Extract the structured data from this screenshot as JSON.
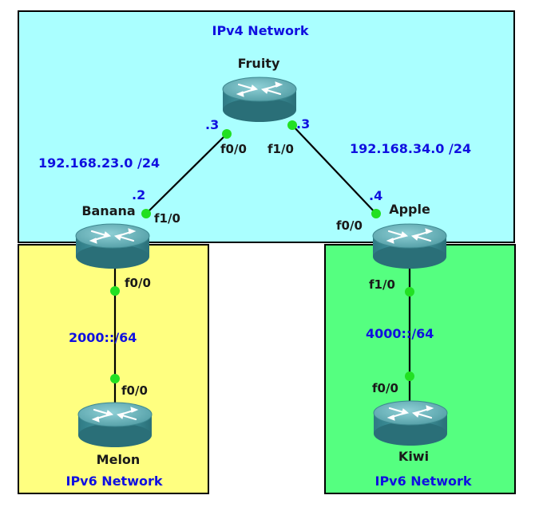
{
  "zones": {
    "ipv4": {
      "label": "IPv4 Network",
      "color": "#aaffff"
    },
    "ipv6_left": {
      "label": "IPv6 Network",
      "color": "#ffff80"
    },
    "ipv6_right": {
      "label": "IPv6 Network",
      "color": "#55ff80"
    }
  },
  "routers": {
    "fruity": {
      "name": "Fruity",
      "icon": "router-icon"
    },
    "banana": {
      "name": "Banana",
      "icon": "router-icon"
    },
    "apple": {
      "name": "Apple",
      "icon": "router-icon"
    },
    "melon": {
      "name": "Melon",
      "icon": "router-icon"
    },
    "kiwi": {
      "name": "Kiwi",
      "icon": "router-icon"
    }
  },
  "networks": {
    "left_v4": "192.168.23.0 /24",
    "right_v4": "192.168.34.0 /24",
    "left_v6": "2000::/64",
    "right_v6": "4000::/64"
  },
  "links": {
    "fruity_banana": {
      "fruity_port": "f0/0",
      "fruity_ip": ".3",
      "banana_port": "f1/0",
      "banana_ip": ".2"
    },
    "fruity_apple": {
      "fruity_port": "f1/0",
      "fruity_ip": ".3",
      "apple_port": "f0/0",
      "apple_ip": ".4"
    },
    "banana_melon": {
      "banana_port": "f0/0",
      "melon_port": "f0/0"
    },
    "apple_kiwi": {
      "apple_port": "f1/0",
      "kiwi_port": "f0/0"
    }
  },
  "colors": {
    "port_dot": "#22e022",
    "label_blue": "#1010e0",
    "router_body": "#3d8f98"
  }
}
